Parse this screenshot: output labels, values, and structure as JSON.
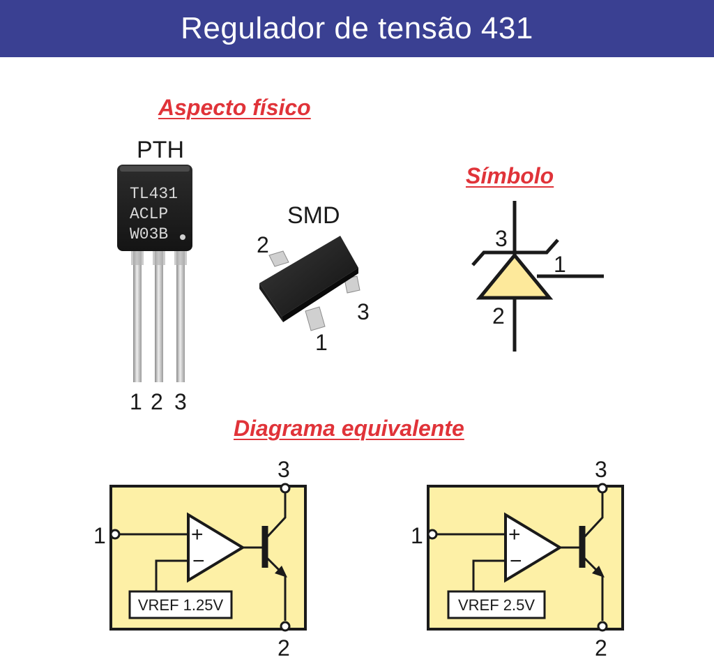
{
  "colors": {
    "header_bg": "#3a4092",
    "heading_red": "#e03339",
    "symbol_fill": "#fde99b",
    "circuit_fill": "#fdf0a6",
    "stroke": "#1a1a1a"
  },
  "header": {
    "title": "Regulador de tensão 431"
  },
  "physical": {
    "heading": "Aspecto físico",
    "pth": {
      "label": "PTH",
      "marking": [
        "TL431",
        "ACLP",
        "W03B"
      ],
      "pins": [
        "1",
        "2",
        "3"
      ]
    },
    "smd": {
      "label": "SMD",
      "pin_left": "2",
      "pin_right": "3",
      "pin_bottom": "1"
    }
  },
  "symbol": {
    "heading": "Símbolo",
    "pin_top": "3",
    "pin_right": "1",
    "pin_bottom": "2"
  },
  "equivalent": {
    "heading": "Diagrama equivalente",
    "circuits": [
      {
        "vref": "VREF 1.25V",
        "pin_in": "1",
        "pin_top": "3",
        "pin_bottom": "2",
        "plus": "+",
        "minus": "−"
      },
      {
        "vref": "VREF 2.5V",
        "pin_in": "1",
        "pin_top": "3",
        "pin_bottom": "2",
        "plus": "+",
        "minus": "−"
      }
    ]
  }
}
